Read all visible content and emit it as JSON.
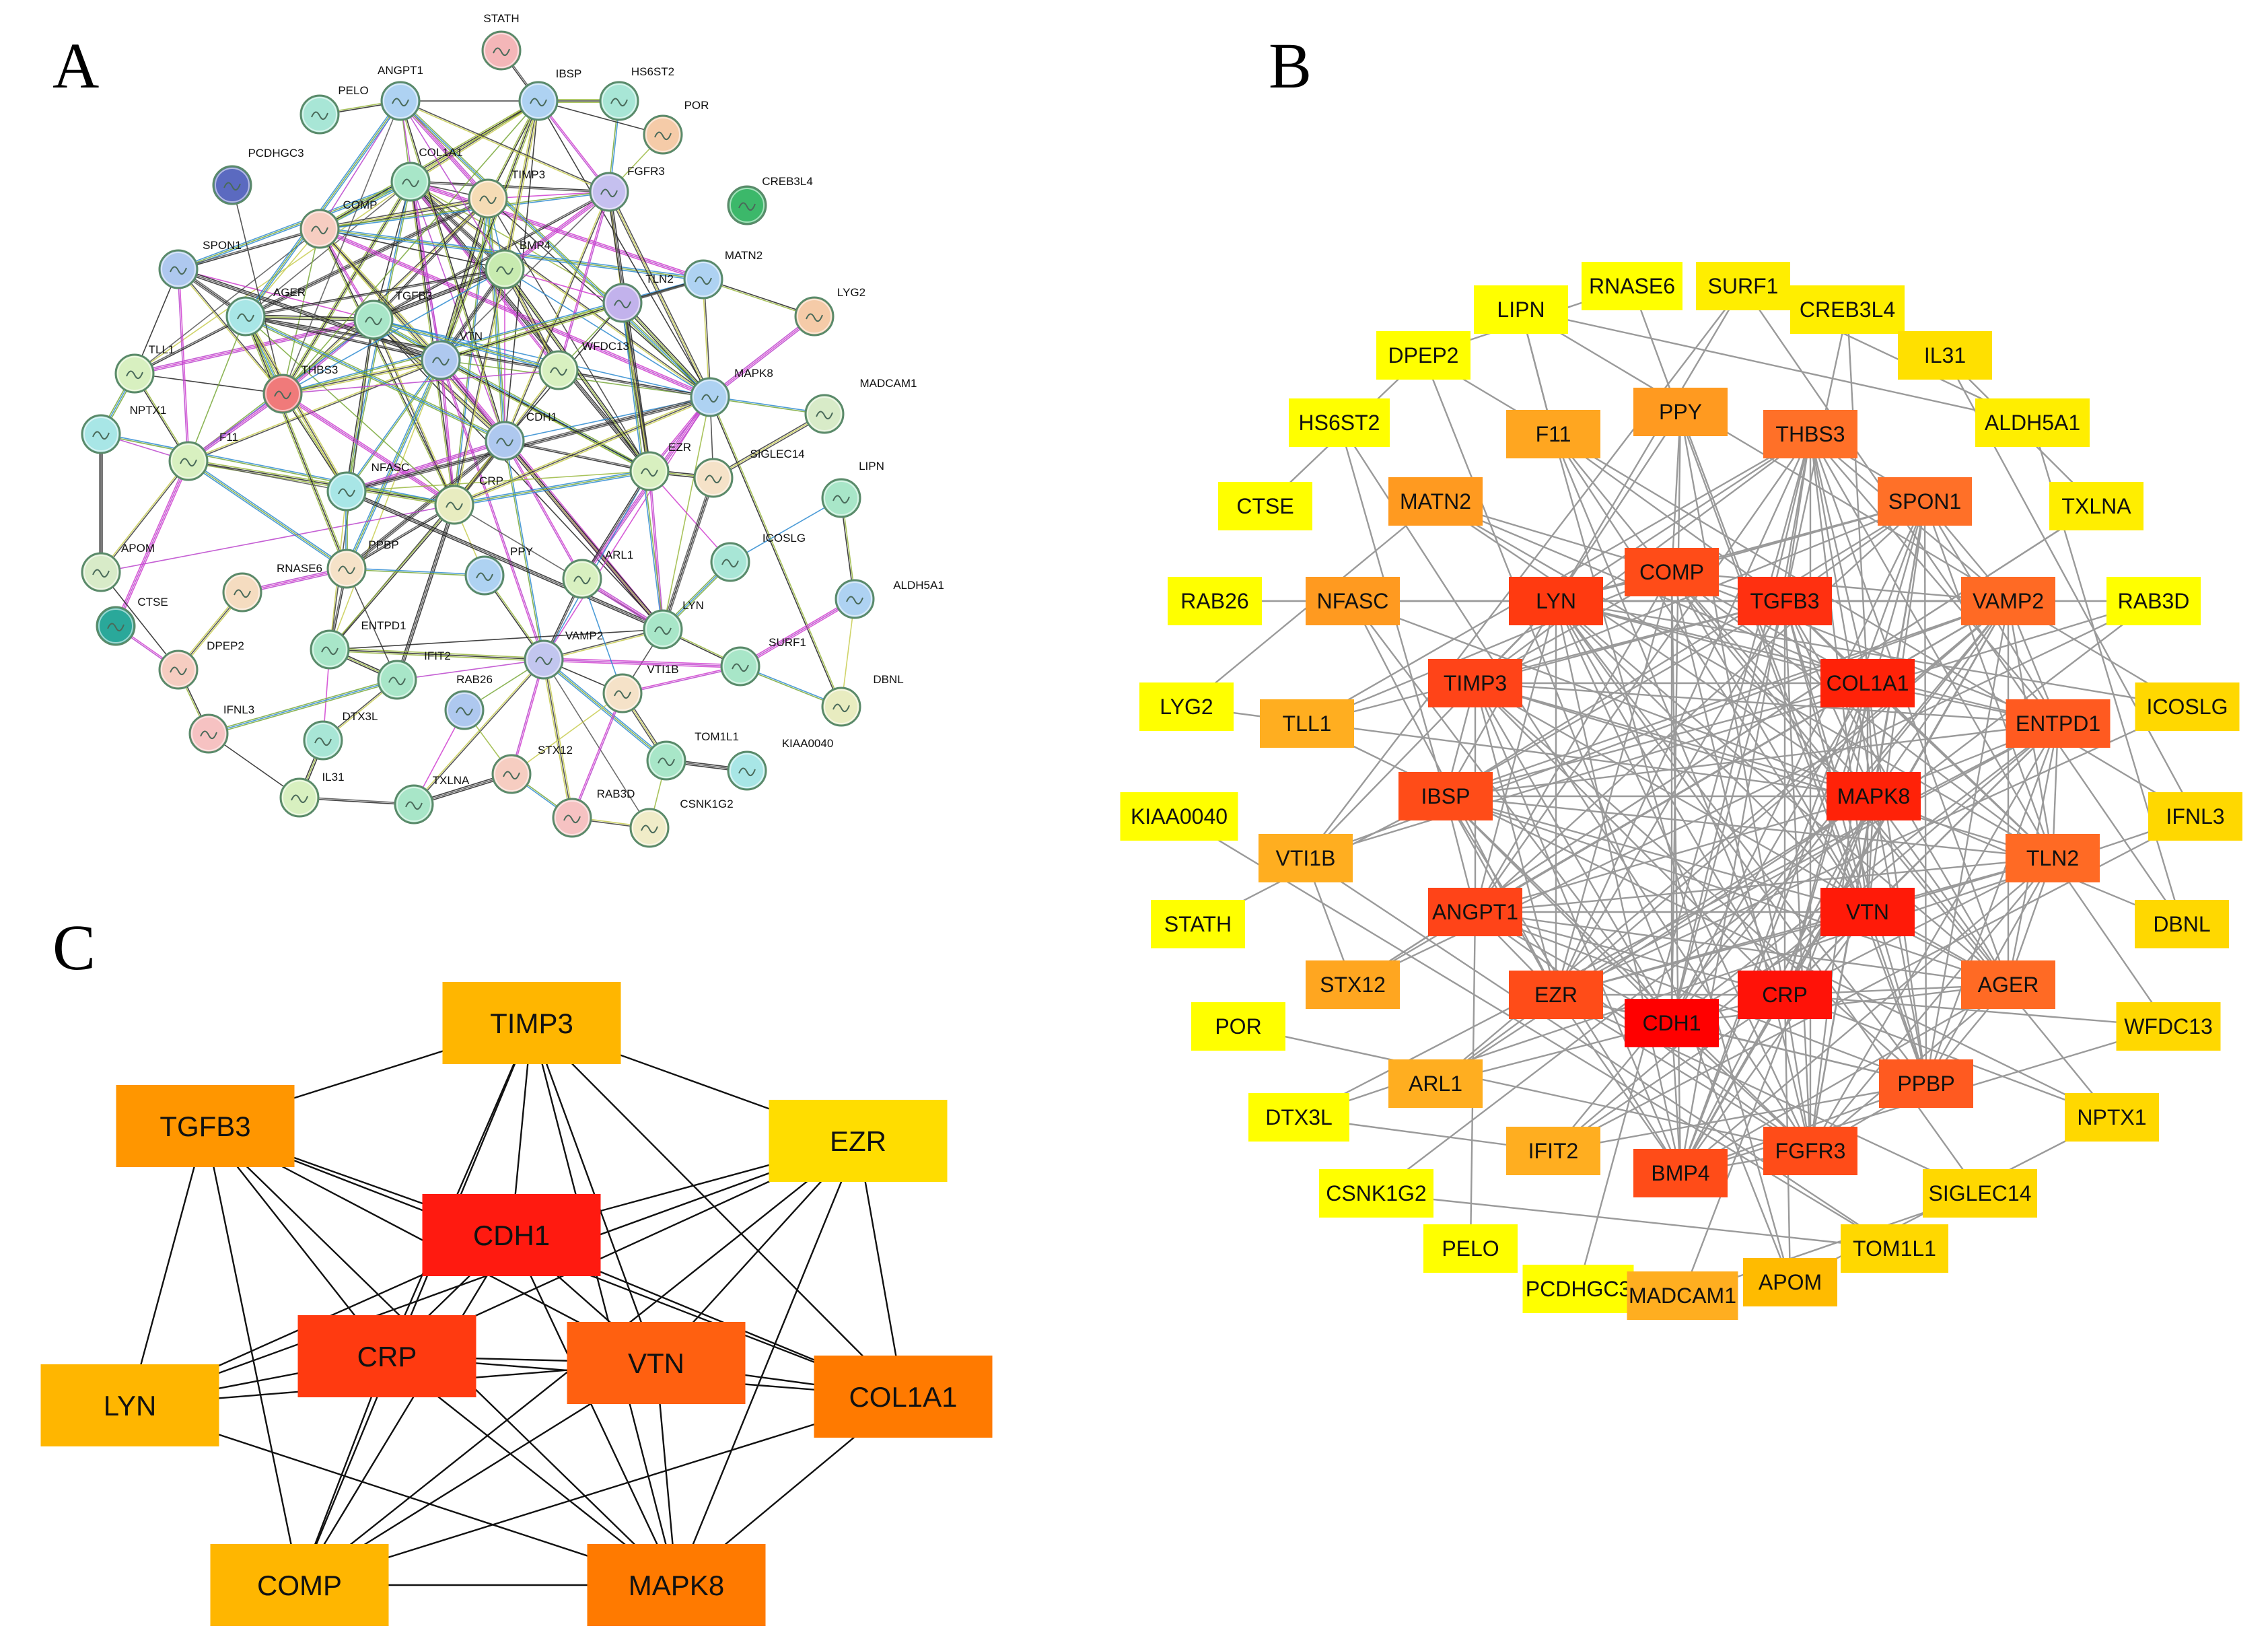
{
  "panels": {
    "a": "A",
    "b": "B",
    "c": "C"
  },
  "panel_a": {
    "nodes": [
      {
        "id": "STATH",
        "color": "#f4b6b8"
      },
      {
        "id": "PELO",
        "color": "#a8e6d6"
      },
      {
        "id": "ANGPT1",
        "color": "#aed2f2"
      },
      {
        "id": "IBSP",
        "color": "#aed2f2"
      },
      {
        "id": "HS6ST2",
        "color": "#a8e6d6"
      },
      {
        "id": "POR",
        "color": "#f5cba8"
      },
      {
        "id": "PCDHGC3",
        "color": "#5b6ac0"
      },
      {
        "id": "COL1A1",
        "color": "#a8e6c8"
      },
      {
        "id": "TIMP3",
        "color": "#f5dcb5"
      },
      {
        "id": "FGFR3",
        "color": "#c5c0ef"
      },
      {
        "id": "CREB3L4",
        "color": "#3cb86a"
      },
      {
        "id": "COMP",
        "color": "#f6cdc1"
      },
      {
        "id": "SPON1",
        "color": "#aec8ef"
      },
      {
        "id": "BMP4",
        "color": "#c8ebb0"
      },
      {
        "id": "MATN2",
        "color": "#aed2f2"
      },
      {
        "id": "LYG2",
        "color": "#f5cba8"
      },
      {
        "id": "AGER",
        "color": "#a8e6e6"
      },
      {
        "id": "TGFB3",
        "color": "#a8e6c8"
      },
      {
        "id": "TLN2",
        "color": "#c2b2ec"
      },
      {
        "id": "TLL1",
        "color": "#d8f0c0"
      },
      {
        "id": "VTN",
        "color": "#aec8ef"
      },
      {
        "id": "WFDC13",
        "color": "#d8f0c0"
      },
      {
        "id": "THBS3",
        "color": "#f07a7a"
      },
      {
        "id": "MAPK8",
        "color": "#aed2f2"
      },
      {
        "id": "MADCAM1",
        "color": "#d8ebc8"
      },
      {
        "id": "NPTX1",
        "color": "#a8e6e6"
      },
      {
        "id": "CDH1",
        "color": "#aec8ef"
      },
      {
        "id": "F11",
        "color": "#d8f0c0"
      },
      {
        "id": "EZR",
        "color": "#d8f0c0"
      },
      {
        "id": "SIGLEC14",
        "color": "#f5e2c8"
      },
      {
        "id": "NFASC",
        "color": "#a8e6e6"
      },
      {
        "id": "CRP",
        "color": "#e8ecc0"
      },
      {
        "id": "LIPN",
        "color": "#a8e6c8"
      },
      {
        "id": "APOM",
        "color": "#d8ebc8"
      },
      {
        "id": "PPBP",
        "color": "#f5e2c8"
      },
      {
        "id": "PPY",
        "color": "#aed2f2"
      },
      {
        "id": "ARL1",
        "color": "#d8f0c0"
      },
      {
        "id": "ICOSLG",
        "color": "#a8e6d6"
      },
      {
        "id": "ALDH5A1",
        "color": "#aed2f2"
      },
      {
        "id": "RNASE6",
        "color": "#f5dcc0"
      },
      {
        "id": "CTSE",
        "color": "#2aa89a"
      },
      {
        "id": "ENTPD1",
        "color": "#a8e6c8"
      },
      {
        "id": "LYN",
        "color": "#a8e6c8"
      },
      {
        "id": "DPEP2",
        "color": "#f6cdc1"
      },
      {
        "id": "VAMP2",
        "color": "#c2c6ef"
      },
      {
        "id": "SURF1",
        "color": "#a8e6c8"
      },
      {
        "id": "IFIT2",
        "color": "#a8e6c8"
      },
      {
        "id": "VTI1B",
        "color": "#f5e2c8"
      },
      {
        "id": "DBNL",
        "color": "#e8ecc0"
      },
      {
        "id": "IFNL3",
        "color": "#f6c2c2"
      },
      {
        "id": "DTX3L",
        "color": "#a8e6d6"
      },
      {
        "id": "RAB26",
        "color": "#aec8ef"
      },
      {
        "id": "TOM1L1",
        "color": "#a8e6c8"
      },
      {
        "id": "KIAA0040",
        "color": "#a8e6e6"
      },
      {
        "id": "IL31",
        "color": "#d8f0c0"
      },
      {
        "id": "TXLNA",
        "color": "#a8e6c8"
      },
      {
        "id": "STX12",
        "color": "#f6cdc1"
      },
      {
        "id": "RAB3D",
        "color": "#f6c2c2"
      },
      {
        "id": "CSNK1G2",
        "color": "#f0ecc8"
      }
    ]
  },
  "panel_b": {
    "nodes": [
      {
        "id": "RNASE6",
        "color": "#ffff00"
      },
      {
        "id": "SURF1",
        "color": "#ffee00"
      },
      {
        "id": "LIPN",
        "color": "#ffff00"
      },
      {
        "id": "CREB3L4",
        "color": "#ffee00"
      },
      {
        "id": "DPEP2",
        "color": "#ffff00"
      },
      {
        "id": "IL31",
        "color": "#ffe000"
      },
      {
        "id": "HS6ST2",
        "color": "#ffff00"
      },
      {
        "id": "F11",
        "color": "#ffa620"
      },
      {
        "id": "PPY",
        "color": "#ff9a20"
      },
      {
        "id": "THBS3",
        "color": "#ff7028"
      },
      {
        "id": "ALDH5A1",
        "color": "#ffee00"
      },
      {
        "id": "CTSE",
        "color": "#ffff00"
      },
      {
        "id": "MATN2",
        "color": "#ff9a20"
      },
      {
        "id": "SPON1",
        "color": "#ff7028"
      },
      {
        "id": "TXLNA",
        "color": "#ffee00"
      },
      {
        "id": "RAB26",
        "color": "#ffff00"
      },
      {
        "id": "NFASC",
        "color": "#ff9a20"
      },
      {
        "id": "COMP",
        "color": "#ff4c18"
      },
      {
        "id": "LYN",
        "color": "#ff3a10"
      },
      {
        "id": "TGFB3",
        "color": "#ff3010"
      },
      {
        "id": "VAMP2",
        "color": "#ff6a24"
      },
      {
        "id": "RAB3D",
        "color": "#ffff00"
      },
      {
        "id": "TIMP3",
        "color": "#ff4418"
      },
      {
        "id": "COL1A1",
        "color": "#ff2208"
      },
      {
        "id": "LYG2",
        "color": "#ffff00"
      },
      {
        "id": "TLL1",
        "color": "#ffae20"
      },
      {
        "id": "ENTPD1",
        "color": "#ff5a20"
      },
      {
        "id": "ICOSLG",
        "color": "#ffd800"
      },
      {
        "id": "IBSP",
        "color": "#ff4c18"
      },
      {
        "id": "MAPK8",
        "color": "#ff2208"
      },
      {
        "id": "KIAA0040",
        "color": "#ffff00"
      },
      {
        "id": "VTI1B",
        "color": "#ffae20"
      },
      {
        "id": "IFNL3",
        "color": "#ffd800"
      },
      {
        "id": "TLN2",
        "color": "#ff6a24"
      },
      {
        "id": "STATH",
        "color": "#ffff00"
      },
      {
        "id": "ANGPT1",
        "color": "#ff4418"
      },
      {
        "id": "VTN",
        "color": "#ff1a08"
      },
      {
        "id": "DBNL",
        "color": "#ffd800"
      },
      {
        "id": "STX12",
        "color": "#ffa620"
      },
      {
        "id": "EZR",
        "color": "#ff4c18"
      },
      {
        "id": "CRP",
        "color": "#ff1208"
      },
      {
        "id": "AGER",
        "color": "#ff6a24"
      },
      {
        "id": "CDH1",
        "color": "#ff0000"
      },
      {
        "id": "POR",
        "color": "#ffff00"
      },
      {
        "id": "WFDC13",
        "color": "#ffd800"
      },
      {
        "id": "ARL1",
        "color": "#ffae20"
      },
      {
        "id": "PPBP",
        "color": "#ff5a20"
      },
      {
        "id": "DTX3L",
        "color": "#ffff00"
      },
      {
        "id": "NPTX1",
        "color": "#ffd800"
      },
      {
        "id": "IFIT2",
        "color": "#ffae20"
      },
      {
        "id": "BMP4",
        "color": "#ff4c18"
      },
      {
        "id": "FGFR3",
        "color": "#ff4c18"
      },
      {
        "id": "CSNK1G2",
        "color": "#ffff00"
      },
      {
        "id": "SIGLEC14",
        "color": "#ffd800"
      },
      {
        "id": "PELO",
        "color": "#ffff00"
      },
      {
        "id": "TOM1L1",
        "color": "#ffd800"
      },
      {
        "id": "PCDHGC3",
        "color": "#ffff00"
      },
      {
        "id": "MADCAM1",
        "color": "#ffae20"
      },
      {
        "id": "APOM",
        "color": "#ffbb00"
      }
    ],
    "edge_color": "#9a9a9a"
  },
  "panel_c": {
    "nodes": [
      {
        "id": "TIMP3",
        "color": "#ffb600"
      },
      {
        "id": "TGFB3",
        "color": "#ff9600"
      },
      {
        "id": "EZR",
        "color": "#ffdd00"
      },
      {
        "id": "CDH1",
        "color": "#ff1a10"
      },
      {
        "id": "CRP",
        "color": "#ff3a10"
      },
      {
        "id": "VTN",
        "color": "#ff6010"
      },
      {
        "id": "LYN",
        "color": "#ffb600"
      },
      {
        "id": "COL1A1",
        "color": "#ff7a00"
      },
      {
        "id": "COMP",
        "color": "#ffb600"
      },
      {
        "id": "MAPK8",
        "color": "#ff7a00"
      }
    ],
    "edges": [
      [
        "TIMP3",
        "TGFB3"
      ],
      [
        "TIMP3",
        "EZR"
      ],
      [
        "TIMP3",
        "CDH1"
      ],
      [
        "TIMP3",
        "CRP"
      ],
      [
        "TIMP3",
        "VTN"
      ],
      [
        "TIMP3",
        "COMP"
      ],
      [
        "TIMP3",
        "MAPK8"
      ],
      [
        "TIMP3",
        "COL1A1"
      ],
      [
        "TGFB3",
        "CDH1"
      ],
      [
        "TGFB3",
        "CRP"
      ],
      [
        "TGFB3",
        "VTN"
      ],
      [
        "TGFB3",
        "LYN"
      ],
      [
        "TGFB3",
        "COMP"
      ],
      [
        "TGFB3",
        "MAPK8"
      ],
      [
        "TGFB3",
        "COL1A1"
      ],
      [
        "EZR",
        "CDH1"
      ],
      [
        "EZR",
        "CRP"
      ],
      [
        "EZR",
        "VTN"
      ],
      [
        "EZR",
        "COL1A1"
      ],
      [
        "EZR",
        "COMP"
      ],
      [
        "EZR",
        "MAPK8"
      ],
      [
        "EZR",
        "LYN"
      ],
      [
        "CDH1",
        "CRP"
      ],
      [
        "CDH1",
        "VTN"
      ],
      [
        "CDH1",
        "LYN"
      ],
      [
        "CDH1",
        "COL1A1"
      ],
      [
        "CDH1",
        "COMP"
      ],
      [
        "CDH1",
        "MAPK8"
      ],
      [
        "CRP",
        "VTN"
      ],
      [
        "CRP",
        "LYN"
      ],
      [
        "CRP",
        "COL1A1"
      ],
      [
        "CRP",
        "COMP"
      ],
      [
        "CRP",
        "MAPK8"
      ],
      [
        "VTN",
        "LYN"
      ],
      [
        "VTN",
        "COL1A1"
      ],
      [
        "VTN",
        "COMP"
      ],
      [
        "VTN",
        "MAPK8"
      ],
      [
        "LYN",
        "MAPK8"
      ],
      [
        "COL1A1",
        "MAPK8"
      ],
      [
        "COMP",
        "MAPK8"
      ],
      [
        "COL1A1",
        "COMP"
      ]
    ],
    "edge_color": "#111111"
  }
}
